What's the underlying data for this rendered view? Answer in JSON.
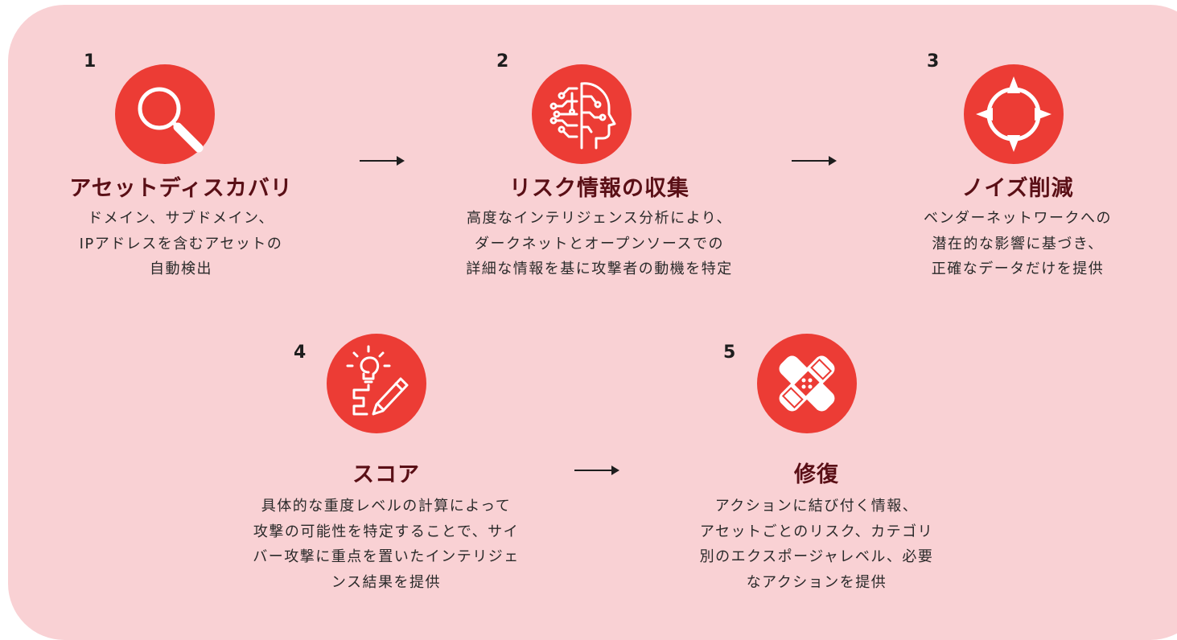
{
  "colors": {
    "background_panel": "#f9d1d4",
    "icon_circle": "#ec3c35",
    "title_text": "#5a0f16",
    "body_text": "#2a2a2a"
  },
  "steps": [
    {
      "number": "1",
      "icon": "magnifier-icon",
      "title": "アセットディスカバリ",
      "lines": [
        "ドメイン、サブドメイン、",
        "IPアドレスを含むアセットの",
        "自動検出"
      ]
    },
    {
      "number": "2",
      "icon": "ai-brain-head-icon",
      "title": "リスク情報の収集",
      "lines": [
        "高度なインテリジェンス分析により、",
        "ダークネットとオープンソースでの",
        "詳細な情報を基に攻撃者の動機を特定"
      ]
    },
    {
      "number": "3",
      "icon": "target-crosshair-icon",
      "title": "ノイズ削減",
      "lines": [
        "ベンダーネットワークへの",
        "潜在的な影響に基づき、",
        "正確なデータだけを提供"
      ]
    },
    {
      "number": "4",
      "icon": "idea-pencil-icon",
      "title": "スコア",
      "lines": [
        "具体的な重度レベルの計算によって",
        "攻撃の可能性を特定することで、サイ",
        "バー攻撃に重点を置いたインテリジェ",
        "ンス結果を提供"
      ]
    },
    {
      "number": "5",
      "icon": "bandage-icon",
      "title": "修復",
      "lines": [
        "アクションに結び付く情報、",
        "アセットごとのリスク、カテゴリ",
        "別のエクスポージャレベル、必要",
        "なアクションを提供"
      ]
    }
  ]
}
